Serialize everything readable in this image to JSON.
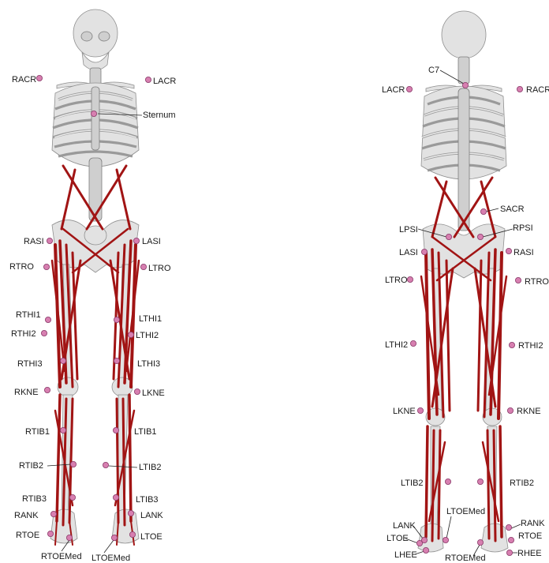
{
  "figure": {
    "panels": [
      {
        "view": "front",
        "labels": [
          "RACR",
          "LACR",
          "Sternum",
          "RASI",
          "LASI",
          "RTRO",
          "LTRO",
          "RTHI1",
          "LTHI1",
          "RTHI2",
          "LTHI2",
          "RTHI3",
          "LTHI3",
          "RKNE",
          "LKNE",
          "RTIB1",
          "LTIB1",
          "RTIB2",
          "LTIB2",
          "RTIB3",
          "LTIB3",
          "RANK",
          "LANK",
          "RTOE",
          "LTOE",
          "RTOEMed",
          "LTOEMed"
        ]
      },
      {
        "view": "back",
        "labels": [
          "C7",
          "LACR",
          "RACR",
          "SACR",
          "LPSI",
          "RPSI",
          "LASI",
          "RASI",
          "LTRO",
          "RTRO",
          "LTHI2",
          "RTHI2",
          "LKNE",
          "RKNE",
          "LTIB2",
          "RTIB2",
          "LANK",
          "RANK",
          "LTOEMed",
          "LTOE",
          "RTOE",
          "LHEE",
          "RHEE",
          "RTOEMed"
        ]
      }
    ],
    "colors": {
      "muscle": "#a11414",
      "marker": "#d77fb0",
      "bone": "#e2e2e2"
    }
  }
}
